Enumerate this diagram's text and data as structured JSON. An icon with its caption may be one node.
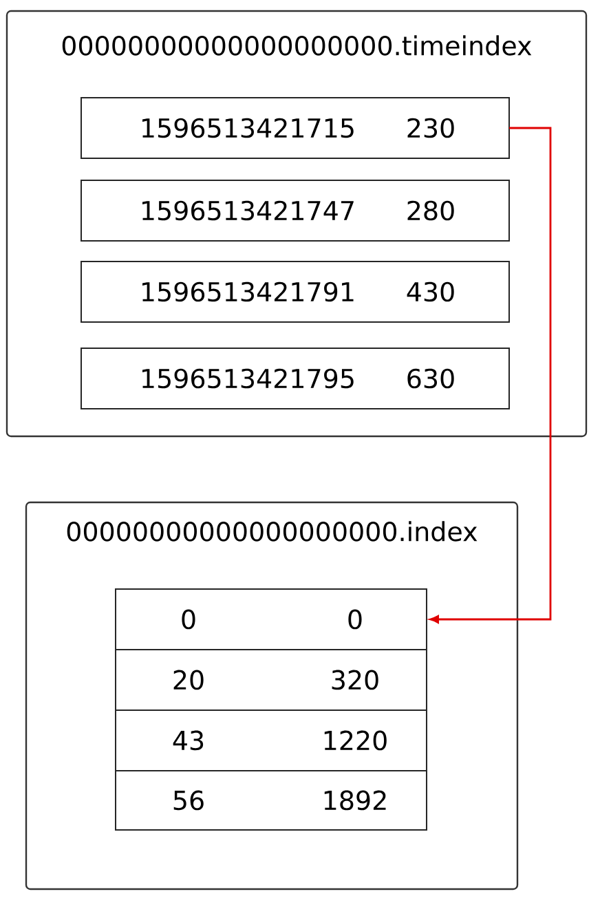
{
  "diagram": {
    "nodes": [
      {
        "text": [
          "00000000000000000000.timeindex"
        ]
      },
      {
        "text": [
          "1596513421715",
          "230"
        ],
        "in": 0
      },
      {
        "text": [
          "1596513421747",
          "280"
        ],
        "in": 0
      },
      {
        "text": [
          "1596513421791",
          "430"
        ],
        "in": 0
      },
      {
        "text": [
          "1596513421795",
          "630"
        ],
        "in": 0
      },
      {
        "text": [
          "00000000000000000000.index"
        ]
      },
      {
        "text": [
          "0",
          "0"
        ],
        "in": 5
      },
      {
        "text": [
          "20",
          "320"
        ],
        "in": 5
      },
      {
        "text": [
          "43",
          "1220"
        ],
        "in": 5
      },
      {
        "text": [
          "56",
          "1892"
        ],
        "in": 5
      }
    ],
    "edges": [
      {
        "from": 1,
        "to": 6,
        "arrow": "to",
        "color": "#e00000"
      }
    ]
  }
}
